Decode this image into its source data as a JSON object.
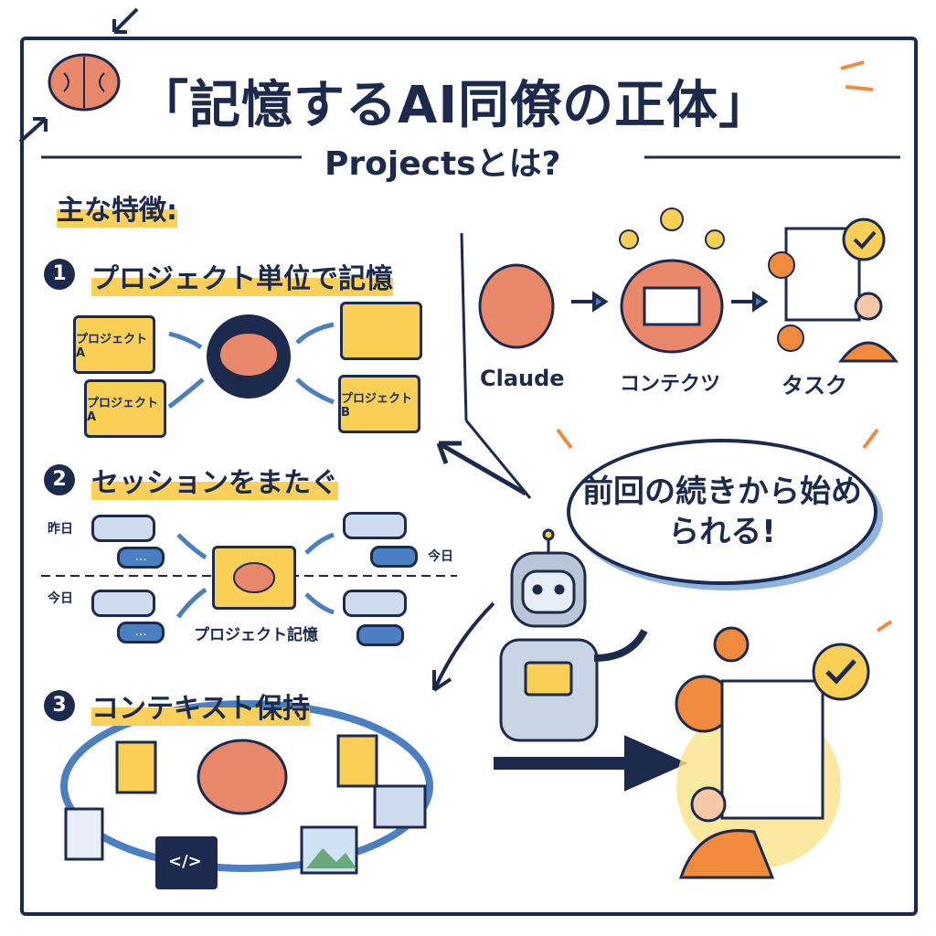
{
  "title": "「記憶するAI同僚の正体」",
  "subtitle": "Projectsとは?",
  "features_heading": "主な特徴:",
  "features": [
    {
      "number": "1",
      "label": "プロジェクト単位で記憶",
      "folders": [
        "プロジェクトA",
        "プロジェクトA",
        "プロジェクトB"
      ]
    },
    {
      "number": "2",
      "label": "セッションをまたぐ",
      "yesterday": "昨日",
      "today": "今日",
      "today_right": "今日",
      "bubble_dots": "...",
      "memory_label": "プロジェクト記憶"
    },
    {
      "number": "3",
      "label": "コンテキスト保持",
      "code_glyph": "</>"
    }
  ],
  "flow": {
    "steps": [
      "Claude",
      "コンテクツ",
      "タスク"
    ]
  },
  "speech": "前回の続きから始められる!",
  "colors": {
    "navy": "#1c2a4d",
    "yellow": "#f9cf55",
    "brain": "#e8876a",
    "blue": "#4a7fc1",
    "orange": "#f08a3c"
  }
}
